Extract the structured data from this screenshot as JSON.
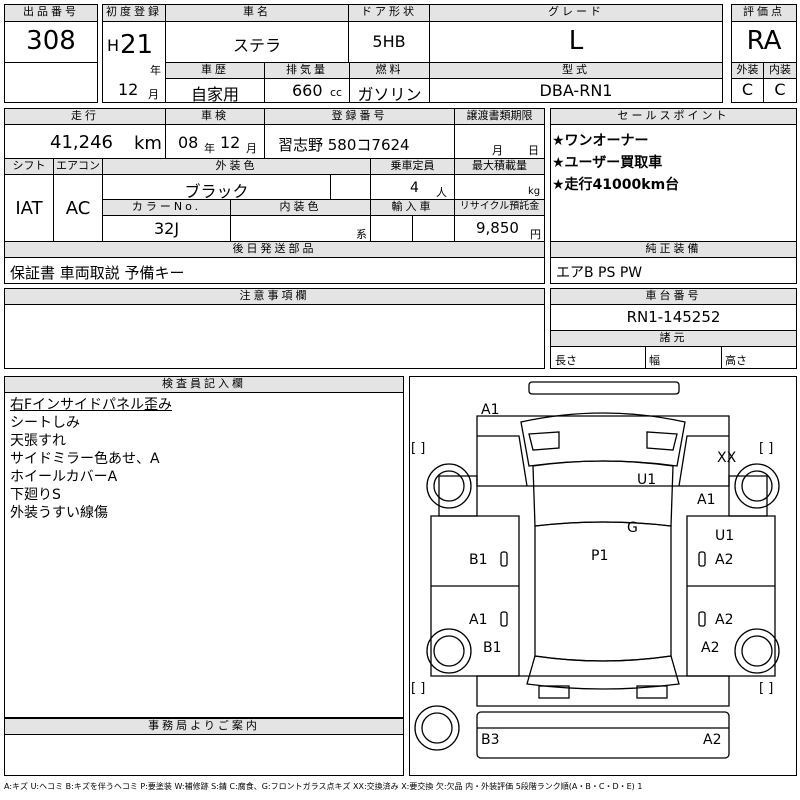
{
  "header": {
    "lot_label": "出品番号",
    "lot_number": "308",
    "first_reg_label": "初度登録",
    "era": "H",
    "year": "21",
    "year_unit": "年",
    "month": "12",
    "month_unit": "月",
    "car_name_label": "車名",
    "car_name": "ステラ",
    "door_label": "ドア形状",
    "door": "5HB",
    "grade_label": "グレード",
    "grade": "L",
    "score_label": "評価点",
    "score": "RA",
    "history_label": "車歴",
    "history": "自家用",
    "displacement_label": "排気量",
    "displacement": "660",
    "displacement_unit": "cc",
    "fuel_label": "燃料",
    "fuel": "ガソリン",
    "model_label": "型式",
    "model": "DBA-RN1",
    "ext_label": "外装",
    "ext_grade": "C",
    "int_label": "内装",
    "int_grade": "C"
  },
  "row2": {
    "mileage_label": "走行",
    "mileage": "41,246",
    "mileage_unit": "km",
    "inspection_label": "車検",
    "insp_year": "08",
    "insp_year_unit": "年",
    "insp_month": "12",
    "insp_month_unit": "月",
    "reg_no_label": "登録番号",
    "reg_no": "習志野 580コ7624",
    "transfer_label": "譲渡書類期限",
    "transfer_month": "月",
    "transfer_day": "日",
    "shift_label": "シフト",
    "shift": "IAT",
    "ac_label": "エアコン",
    "ac": "AC",
    "color_label": "外装色",
    "color": "ブラック",
    "capacity_label": "乗車定員",
    "capacity": "4",
    "capacity_unit": "人",
    "load_label": "最大積載量",
    "load_unit": "kg",
    "color_no_label": "カラーNo.",
    "color_no": "32J",
    "interior_color_label": "内装色",
    "interior_unit": "系",
    "import_label": "輸入車",
    "recycle_label": "リサイクル預託金",
    "recycle": "9,850",
    "recycle_unit": "円",
    "later_parts_label": "後日発送部品",
    "later_parts": "保証書 車両取説 予備キー"
  },
  "sales": {
    "label": "セールスポイント",
    "items": [
      "★ワンオーナー",
      "★ユーザー買取車",
      "★走行41000km台"
    ]
  },
  "equipment": {
    "label": "純正装備",
    "value": "エアB PS PW"
  },
  "notes": {
    "label": "注意事項欄"
  },
  "chassis": {
    "label": "車台番号",
    "value": "RN1-145252",
    "dims_label": "諸元",
    "length_label": "長さ",
    "width_label": "幅",
    "height_label": "高さ"
  },
  "inspector": {
    "label": "検査員記入欄",
    "lines": [
      "右Fインサイドパネル歪み",
      "シートしみ",
      "天張すれ",
      "サイドミラー色あせ、A",
      "ホイールカバーA",
      "下廻りS",
      "外装うすい線傷"
    ]
  },
  "office": {
    "label": "事務局よりご案内"
  },
  "diagram": {
    "bracket_left": "[    ]",
    "bracket_right": "[    ]",
    "marks": [
      "A1",
      "XX",
      "U1",
      "A1",
      "G",
      "U1",
      "B1",
      "P1",
      "A2",
      "A1",
      "A2",
      "B1",
      "A2",
      "B3",
      "A2"
    ]
  },
  "legend": "A:キズ U:ヘコミ B:キズを伴うヘコミ P:要塗装 W:補修跡 S:錆 C:腐食、G:フロントガラス点キズ XX:交換済み X:要交換 欠:欠品 内・外装評価 5段階ランク順(A・B・C・D・E) 1"
}
